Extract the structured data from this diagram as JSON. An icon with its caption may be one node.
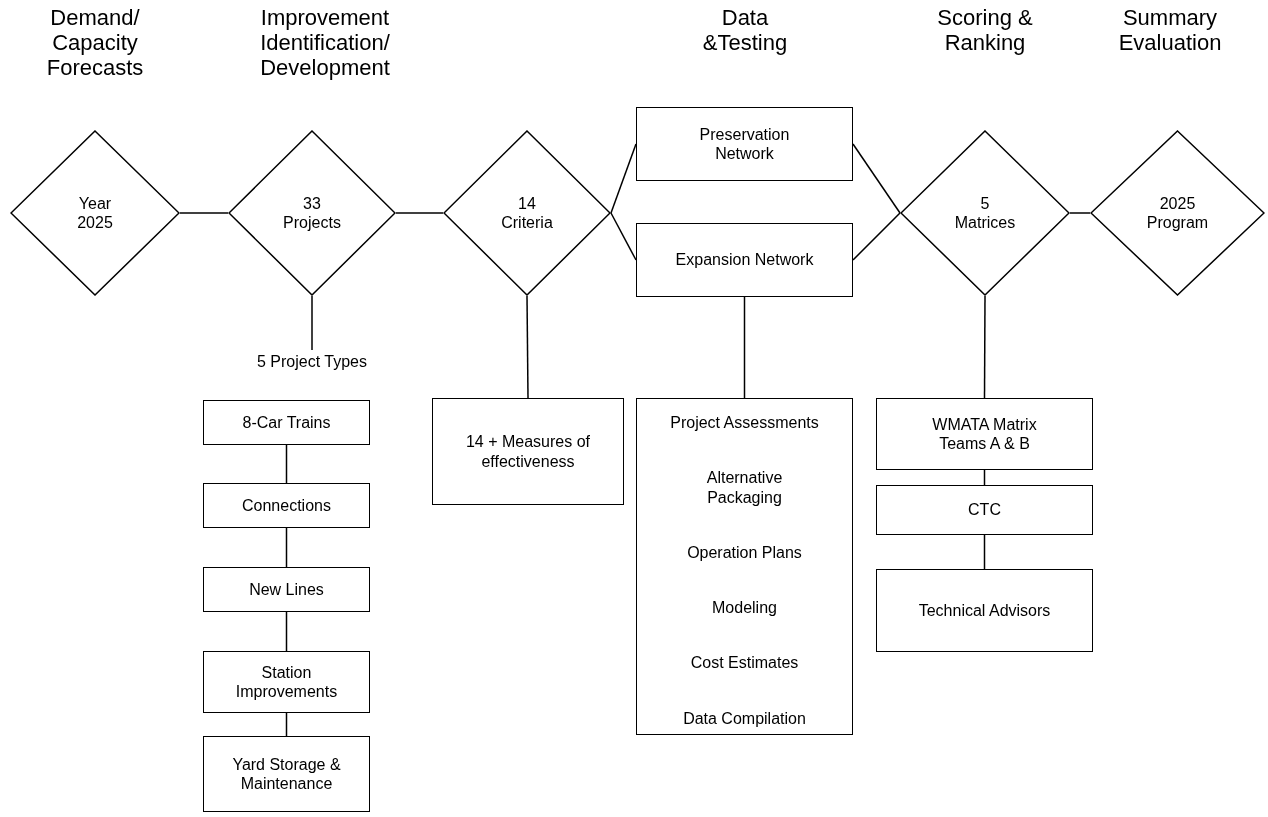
{
  "diagram": {
    "nodes": [
      {
        "text": [
          "Year 2025"
        ]
      },
      {
        "text": [
          "33 Projects"
        ]
      },
      {
        "text": [
          "14 Criteria"
        ]
      },
      {
        "text": [
          "Preservation Network"
        ]
      },
      {
        "text": [
          "Expansion Network"
        ]
      },
      {
        "text": [
          "5 Matrices"
        ]
      },
      {
        "text": [
          "2025 Program"
        ]
      },
      {
        "text": [
          "5 Project Types"
        ]
      },
      {
        "text": [
          "8-Car Trains"
        ]
      },
      {
        "text": [
          "Connections"
        ]
      },
      {
        "text": [
          "New Lines"
        ]
      },
      {
        "text": [
          "Station Improvements"
        ]
      },
      {
        "text": [
          "Yard Storage & Maintenance"
        ]
      },
      {
        "text": [
          "14 + Measures of effectiveness"
        ]
      },
      {
        "text": [
          "Project Assessments",
          "Alternative Packaging",
          "Operation Plans",
          "Modeling",
          "Cost Estimates",
          "Data Compilation"
        ]
      },
      {
        "text": [
          "WMATA Matrix Teams A & B"
        ]
      },
      {
        "text": [
          "CTC"
        ]
      },
      {
        "text": [
          "Technical Advisors"
        ]
      }
    ],
    "edges": [
      {
        "from": 0,
        "to": 1,
        "arrow": "none"
      },
      {
        "from": 1,
        "to": 2,
        "arrow": "none"
      },
      {
        "from": 2,
        "to": 3,
        "arrow": "none"
      },
      {
        "from": 2,
        "to": 4,
        "arrow": "none"
      },
      {
        "from": 3,
        "to": 5,
        "arrow": "none"
      },
      {
        "from": 4,
        "to": 5,
        "arrow": "none"
      },
      {
        "from": 5,
        "to": 6,
        "arrow": "none"
      },
      {
        "from": 1,
        "to": 7,
        "arrow": "none"
      },
      {
        "from": 8,
        "to": 9,
        "arrow": "none"
      },
      {
        "from": 9,
        "to": 10,
        "arrow": "none"
      },
      {
        "from": 10,
        "to": 11,
        "arrow": "none"
      },
      {
        "from": 11,
        "to": 12,
        "arrow": "none"
      },
      {
        "from": 2,
        "to": 13,
        "arrow": "none"
      },
      {
        "from": 4,
        "to": 14,
        "arrow": "none"
      },
      {
        "from": 5,
        "to": 15,
        "arrow": "none"
      },
      {
        "from": 15,
        "to": 16,
        "arrow": "none"
      },
      {
        "from": 16,
        "to": 17,
        "arrow": "none"
      }
    ],
    "labels": [
      "Demand/ Capacity Forecasts",
      "Improvement Identification/ Development",
      "Data &Testing",
      "Scoring & Ranking",
      "Summary Evaluation"
    ]
  }
}
